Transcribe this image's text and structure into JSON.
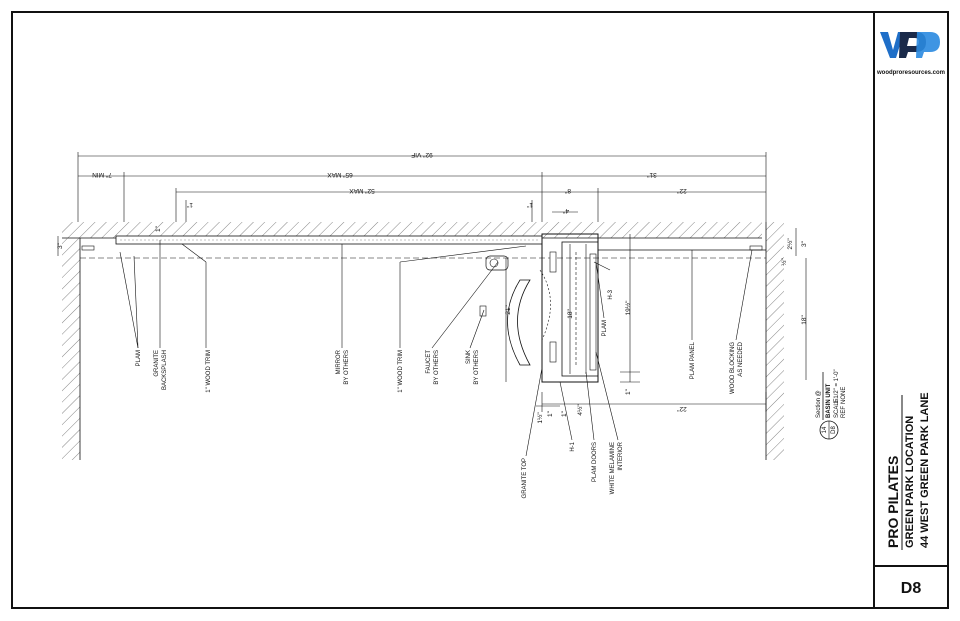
{
  "colors": {
    "brand_blue": "#1f6fc8",
    "brand_dark": "#1a2a4a",
    "ink": "#111111"
  },
  "title_block": {
    "logo_letters": "WP",
    "website": "woodproresources.com",
    "project": "PRO PILATES",
    "location": "GREEN PARK LOCATION",
    "address": "44 WEST GREEN PARK LANE",
    "sheet_number": "D8"
  },
  "section_tag": {
    "label": "Section @",
    "number": "14",
    "sheet": "D8",
    "title": "BASIN UNIT",
    "scale_label": "SCALE",
    "scale": "1-1/2\" = 1'-0\"",
    "ref_label": "REF",
    "ref": "NONE"
  },
  "labels": {
    "plam": "PLAM",
    "granite_backsplash_1": "GRANITE",
    "granite_backsplash_2": "BACKSPLASH",
    "wood_trim_left": "1\" WOOD TRIM",
    "mirror_1": "MIRROR",
    "mirror_2": "BY OTHERS",
    "wood_trim_right": "1\" WOOD TRIM",
    "faucet_1": "FAUCET",
    "faucet_2": "BY OTHERS",
    "sink_1": "SINK",
    "sink_2": "BY OTHERS",
    "granite_top": "GRANITE TOP",
    "h1": "H-1",
    "plam_doors": "PLAM DOORS",
    "white_mel_1": "WHITE MELAMINE",
    "white_mel_2": "INTERIOR",
    "plam_cab": "PLAM",
    "h3": "H-3",
    "plam_panel": "PLAM PANEL",
    "wood_block_1": "WOOD BLOCKING",
    "wood_block_2": "AS NEEDED"
  },
  "dimensions": {
    "overall": "92\" VIF",
    "min_left": "7\" MIN",
    "max_65": "65\" MAX",
    "max_52": "52\" MAX",
    "d31": "31\"",
    "d8": "8\"",
    "d22_top": "22\"",
    "d1_a": "1\"",
    "d1_b": "1\"",
    "d4": "4\"",
    "d1_c": "1\"",
    "d3_left": "3\"",
    "d3_right": "3\"",
    "d2_half": "2½\"",
    "d1_half": "½\"",
    "d21": "21\"",
    "d18_inner": "18\"",
    "d19": "19½\"",
    "d18_right": "18\"",
    "d1_right": "1\"",
    "d22_bottom": "22\"",
    "d1_bottom": "1\"",
    "d1_half_b": "1½\"",
    "d1_d": "1\"",
    "d4_half": "4½\""
  }
}
